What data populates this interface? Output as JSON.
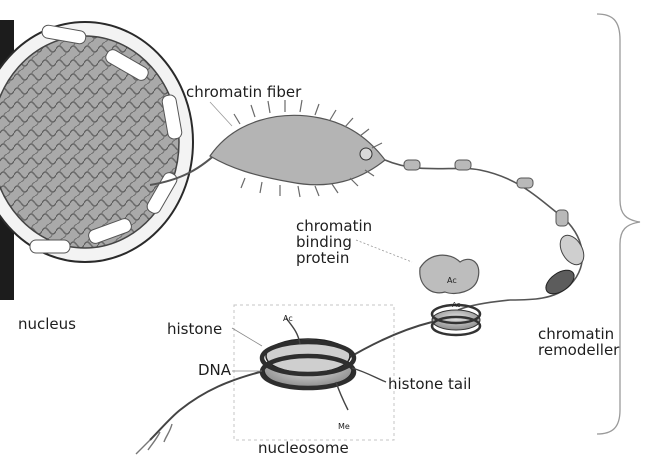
{
  "labels": {
    "chromatin_fiber": "chromatin fiber",
    "chromatin_binding_protein": [
      "chromatin",
      "binding",
      "protein"
    ],
    "nucleus": "nucleus",
    "histone": "histone",
    "dna": "DNA",
    "histone_tail": "histone tail",
    "nucleosome": "nucleosome",
    "chromatin_remodeller": [
      "chromatin",
      "remodeller"
    ]
  },
  "marks": {
    "acetyl_protein": "Ac",
    "acetyl_nucleosome_small": "Ac",
    "acetyl_nucleosome_large": "Ac",
    "methyl_nucleosome_large": "Me"
  },
  "colors": {
    "ink": "#1e1e1e",
    "nucleus_fill": "#a9a9a9",
    "fiber": "#8a8a8a",
    "histone_dark": "#3a3a3a",
    "histone_light": "#d0d0d0"
  }
}
